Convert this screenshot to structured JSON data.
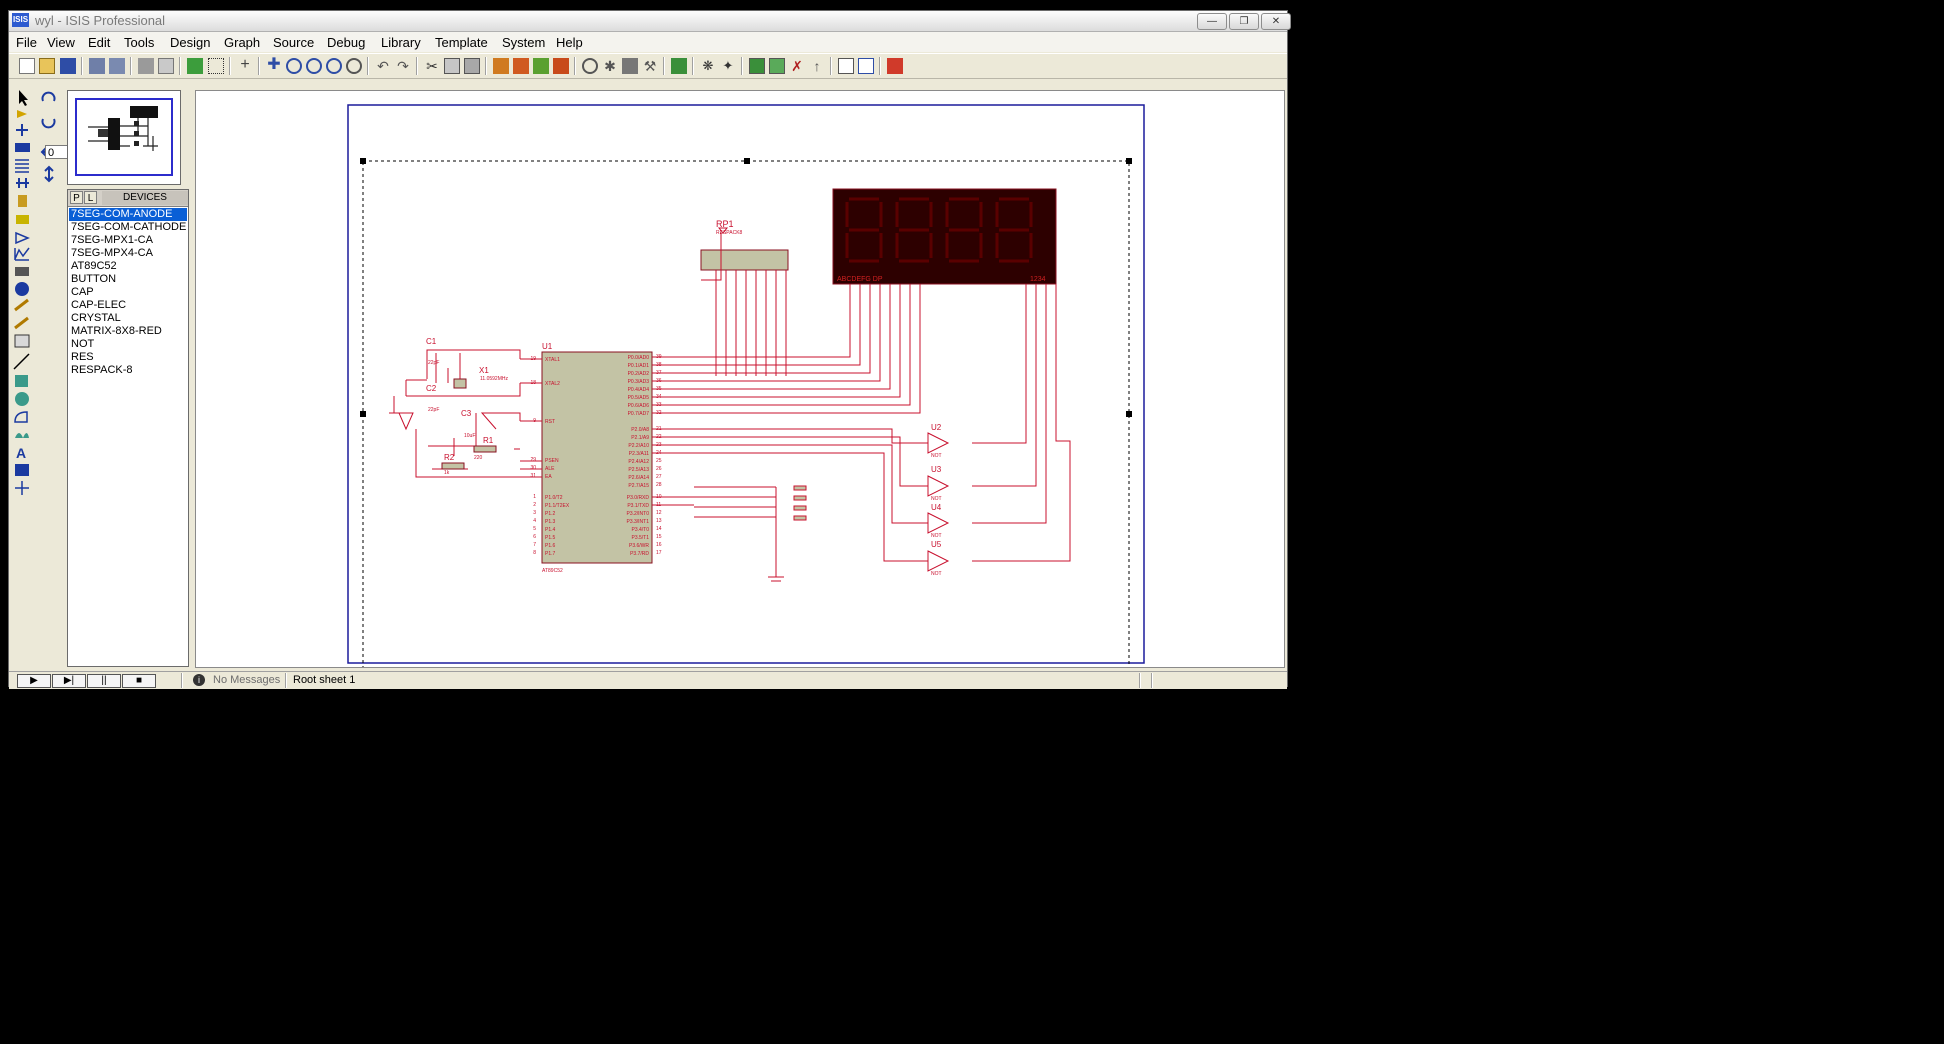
{
  "window": {
    "title": "wyl - ISIS Professional",
    "app_icon_text": "ISIS"
  },
  "menu": [
    "File",
    "View",
    "Edit",
    "Tools",
    "Design",
    "Graph",
    "Source",
    "Debug",
    "Library",
    "Template",
    "System",
    "Help"
  ],
  "rotation_value": "0",
  "device_panel": {
    "p_label": "P",
    "l_label": "L",
    "title": "DEVICES",
    "items": [
      "7SEG-COM-ANODE",
      "7SEG-COM-CATHODE",
      "7SEG-MPX1-CA",
      "7SEG-MPX4-CA",
      "AT89C52",
      "BUTTON",
      "CAP",
      "CAP-ELEC",
      "CRYSTAL",
      "MATRIX-8X8-RED",
      "NOT",
      "RES",
      "RESPACK-8"
    ],
    "selected_index": 0
  },
  "schematic": {
    "rp1_label": "RP1",
    "rp1_sub": "RESPACK8",
    "display_seg_label": "ABCDEFG  DP",
    "display_digit_label": "1234",
    "c1": "C1",
    "c1_val": "22pF",
    "c2": "C2",
    "c2_val": "22pF",
    "c3": "C3",
    "c3_val": "10uF",
    "x1": "X1",
    "x1_val": "11.0592MHz",
    "r1": "R1",
    "r1_val": "220",
    "r2": "R2",
    "r2_val": "1k",
    "u1": "U1",
    "u1_part": "AT89C52",
    "u1_left_pins": [
      "XTAL1",
      "XTAL2",
      "RST",
      "PSEN",
      "ALE",
      "EA"
    ],
    "u1_left_pin_nums": [
      "19",
      "18",
      "9",
      "29",
      "30",
      "31"
    ],
    "u1_p1_pins": [
      "P1.0/T2",
      "P1.1/T2EX",
      "P1.2",
      "P1.3",
      "P1.4",
      "P1.5",
      "P1.6",
      "P1.7"
    ],
    "u1_p1_nums": [
      "1",
      "2",
      "3",
      "4",
      "5",
      "6",
      "7",
      "8"
    ],
    "u1_p0_pins": [
      "P0.0/AD0",
      "P0.1/AD1",
      "P0.2/AD2",
      "P0.3/AD3",
      "P0.4/AD4",
      "P0.5/AD5",
      "P0.6/AD6",
      "P0.7/AD7"
    ],
    "u1_p0_nums": [
      "39",
      "38",
      "37",
      "36",
      "35",
      "34",
      "33",
      "32"
    ],
    "u1_p2_pins": [
      "P2.0/A8",
      "P2.1/A9",
      "P2.2/A10",
      "P2.3/A11",
      "P2.4/A12",
      "P2.5/A13",
      "P2.6/A14",
      "P2.7/A15"
    ],
    "u1_p2_nums": [
      "21",
      "22",
      "23",
      "24",
      "25",
      "26",
      "27",
      "28"
    ],
    "u1_p3_pins": [
      "P3.0/RXD",
      "P3.1/TXD",
      "P3.2/INT0",
      "P3.3/INT1",
      "P3.4/T0",
      "P3.5/T1",
      "P3.6/WR",
      "P3.7/RD"
    ],
    "u1_p3_nums": [
      "10",
      "11",
      "12",
      "13",
      "14",
      "15",
      "16",
      "17"
    ],
    "gates": [
      "U2",
      "U3",
      "U4",
      "U5"
    ],
    "gate_part": "NOT"
  },
  "status": {
    "messages": "No Messages",
    "sheet": "Root sheet 1"
  },
  "colors": {
    "wire": "#c8102e",
    "chip_fill": "#c3c3a5",
    "display_bg": "#3b0000",
    "border_blue": "#1b1b9c"
  }
}
